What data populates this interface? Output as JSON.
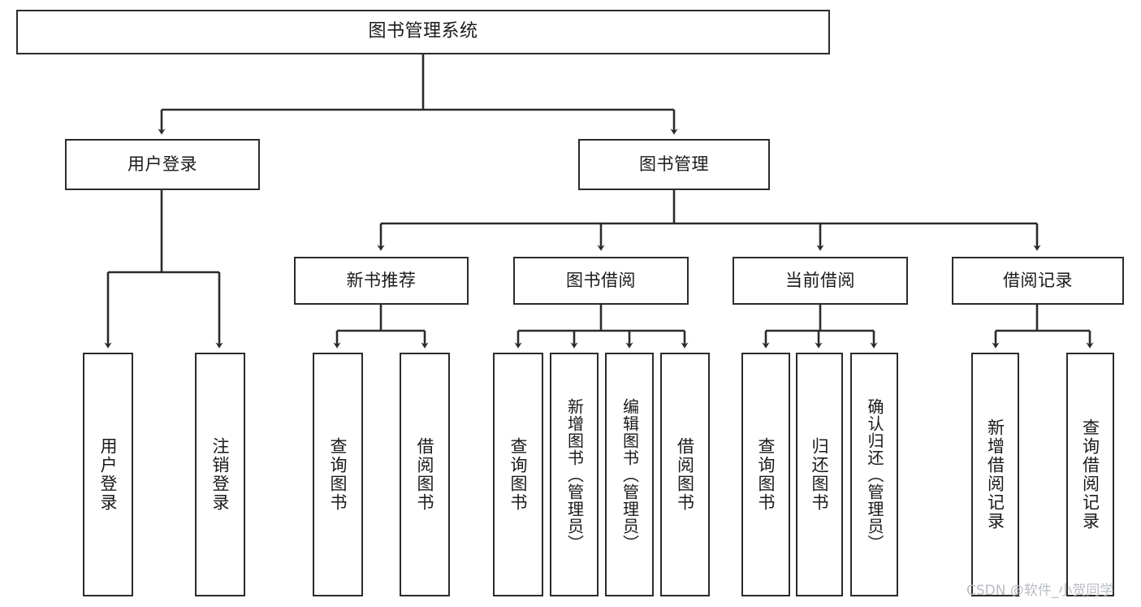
{
  "diagram": {
    "title": "图书管理系统",
    "type": "tree-hierarchy-diagram",
    "root": {
      "id": "root",
      "label": "图书管理系统"
    },
    "level2": [
      {
        "id": "user-login",
        "label": "用户登录"
      },
      {
        "id": "book-manage",
        "label": "图书管理"
      }
    ],
    "level3": [
      {
        "id": "new-book-rec",
        "label": "新书推荐",
        "parent": "book-manage"
      },
      {
        "id": "book-borrow",
        "label": "图书借阅",
        "parent": "book-manage"
      },
      {
        "id": "current-borrow",
        "label": "当前借阅",
        "parent": "book-manage"
      },
      {
        "id": "borrow-record",
        "label": "借阅记录",
        "parent": "book-manage"
      }
    ],
    "leaves": [
      {
        "id": "leaf-user-login",
        "label": "用户登录",
        "parent": "user-login"
      },
      {
        "id": "leaf-logout-login",
        "label": "注销登录",
        "parent": "user-login"
      },
      {
        "id": "leaf-query-book-1",
        "label": "查询图书",
        "parent": "new-book-rec"
      },
      {
        "id": "leaf-borrow-book-1",
        "label": "借阅图书",
        "parent": "new-book-rec"
      },
      {
        "id": "leaf-query-book-2",
        "label": "查询图书",
        "parent": "book-borrow"
      },
      {
        "id": "leaf-add-book",
        "label": "新增图书（管理员）",
        "parent": "book-borrow"
      },
      {
        "id": "leaf-edit-book",
        "label": "编辑图书（管理员）",
        "parent": "book-borrow"
      },
      {
        "id": "leaf-borrow-book-2",
        "label": "借阅图书",
        "parent": "book-borrow"
      },
      {
        "id": "leaf-query-book-3",
        "label": "查询图书",
        "parent": "current-borrow"
      },
      {
        "id": "leaf-return-book",
        "label": "归还图书",
        "parent": "current-borrow"
      },
      {
        "id": "leaf-confirm-return",
        "label": "确认归还（管理员）",
        "parent": "current-borrow"
      },
      {
        "id": "leaf-add-record",
        "label": "新增借阅记录",
        "parent": "borrow-record"
      },
      {
        "id": "leaf-query-record",
        "label": "查询借阅记录",
        "parent": "borrow-record"
      }
    ]
  },
  "watermark": {
    "text": "CSDN @软件_小贺同学"
  },
  "colors": {
    "stroke": "#2b2b2b",
    "background": "#ffffff",
    "text": "#1a1a1a",
    "watermark": "#b9bcc2"
  }
}
